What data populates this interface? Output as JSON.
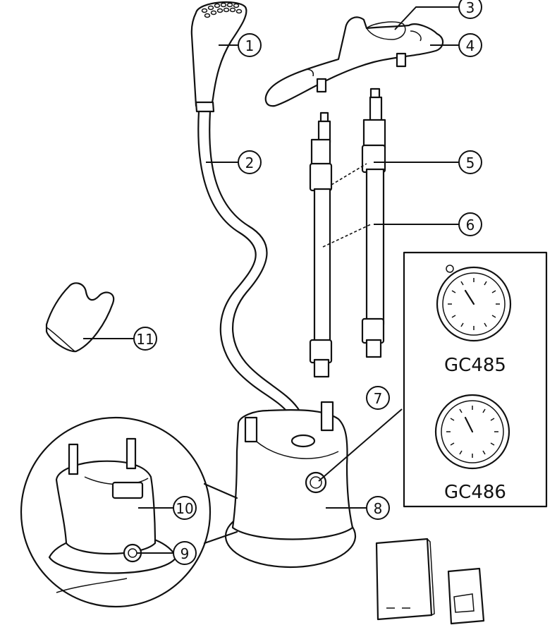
{
  "callouts": [
    {
      "id": "1",
      "label": "1"
    },
    {
      "id": "2",
      "label": "2"
    },
    {
      "id": "3",
      "label": "3"
    },
    {
      "id": "4",
      "label": "4"
    },
    {
      "id": "5",
      "label": "5"
    },
    {
      "id": "6",
      "label": "6"
    },
    {
      "id": "7",
      "label": "7"
    },
    {
      "id": "8",
      "label": "8"
    },
    {
      "id": "9",
      "label": "9"
    },
    {
      "id": "10",
      "label": "10"
    },
    {
      "id": "11",
      "label": "11"
    }
  ],
  "models": {
    "top": "GC485",
    "bottom": "GC486"
  },
  "icons": [
    "nozzle-head-icon",
    "hose-icon",
    "hanger-icon",
    "pole-icon",
    "glove-icon",
    "steamer-base-icon",
    "dial-icon",
    "manual-booklet-icon"
  ]
}
